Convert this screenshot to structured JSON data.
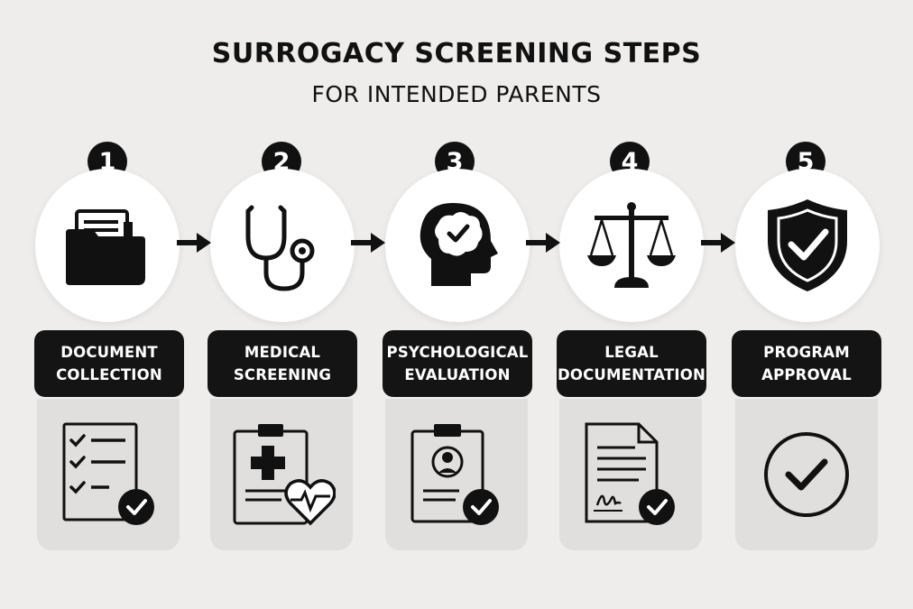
{
  "title": "SURROGACY SCREENING STEPS",
  "subtitle": "FOR INTENDED PARENTS",
  "colors": {
    "background": "#efedeb",
    "ink": "#111111",
    "card": "#e1dfdd",
    "label_bg": "#141414"
  },
  "steps": [
    {
      "number": "1",
      "label_line1": "DOCUMENT",
      "label_line2": "COLLECTION",
      "icon": "folder-icon",
      "detail_icon": "checklist-icon"
    },
    {
      "number": "2",
      "label_line1": "MEDICAL",
      "label_line2": "SCREENING",
      "icon": "stethoscope-icon",
      "detail_icon": "medical-clipboard-icon"
    },
    {
      "number": "3",
      "label_line1": "PSYCHOLOGICAL",
      "label_line2": "EVALUATION",
      "icon": "brain-head-icon",
      "detail_icon": "profile-clipboard-icon"
    },
    {
      "number": "4",
      "label_line1": "LEGAL",
      "label_line2": "DOCUMENTATION",
      "icon": "scales-icon",
      "detail_icon": "signed-document-icon"
    },
    {
      "number": "5",
      "label_line1": "PROGRAM",
      "label_line2": "APPROVAL",
      "icon": "shield-check-icon",
      "detail_icon": "check-circle-icon"
    }
  ]
}
